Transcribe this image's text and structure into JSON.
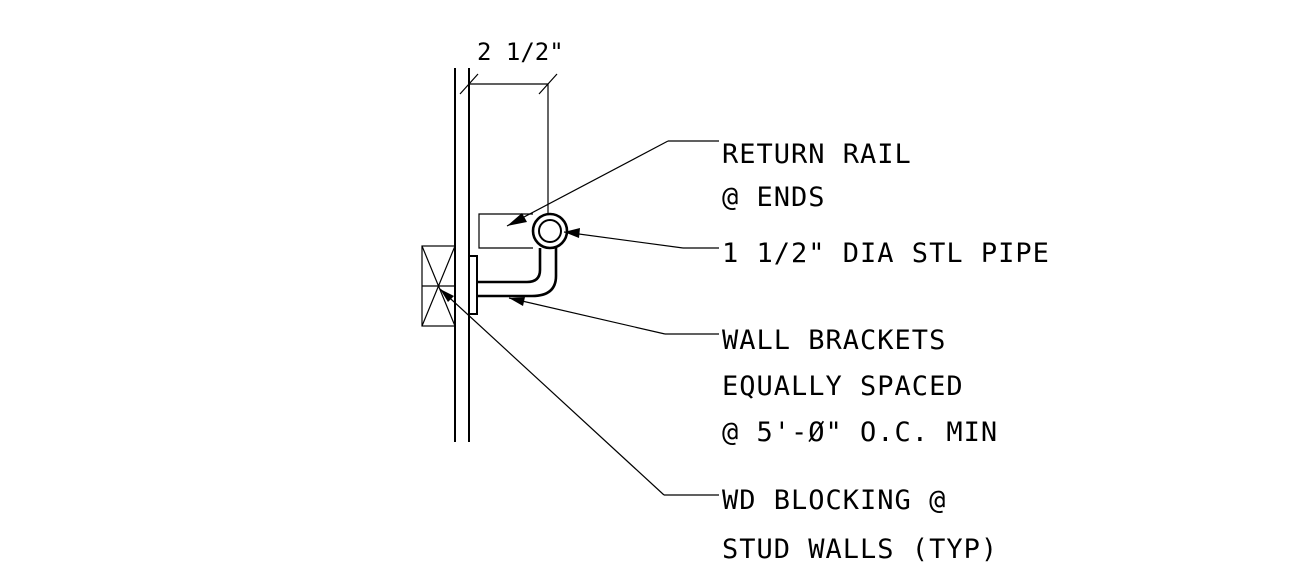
{
  "dimension": {
    "label": "2 1/2\""
  },
  "callouts": {
    "return_rail": [
      "RETURN RAIL",
      "@ ENDS"
    ],
    "pipe": [
      "1 1/2\" DIA STL PIPE"
    ],
    "wall_brackets": [
      "WALL BRACKETS",
      "EQUALLY SPACED",
      "@ 5'-Ø\" O.C. MIN"
    ],
    "blocking": [
      "WD BLOCKING @",
      "STUD WALLS (TYP)"
    ]
  }
}
